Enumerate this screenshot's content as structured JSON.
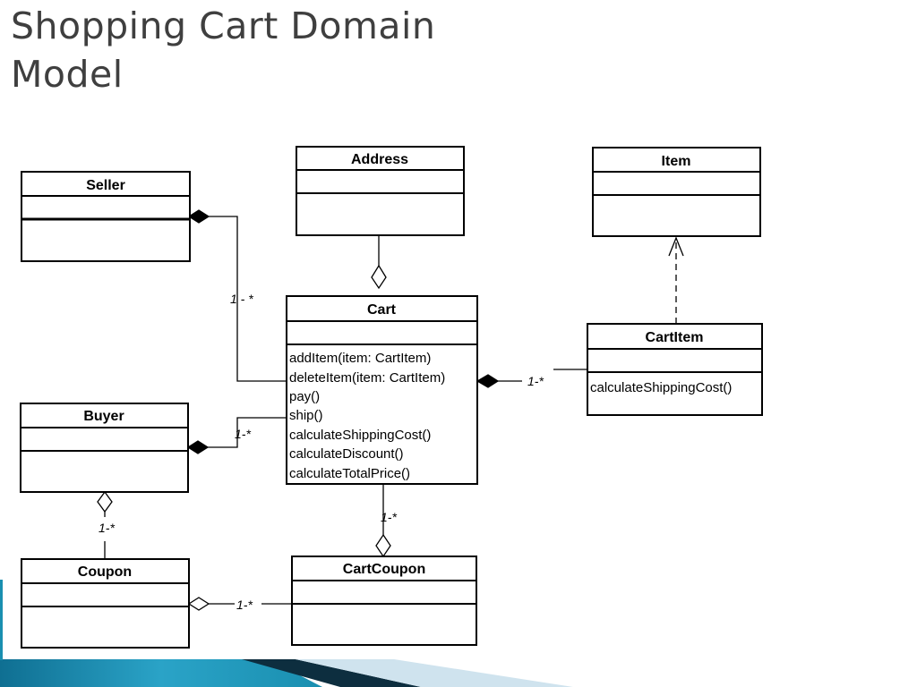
{
  "title": {
    "line1": "Shopping Cart Domain",
    "line2": "Model"
  },
  "classes": {
    "seller": {
      "name": "Seller"
    },
    "address": {
      "name": "Address"
    },
    "item": {
      "name": "Item"
    },
    "cart": {
      "name": "Cart",
      "operations": [
        "addItem(item: CartItem)",
        "deleteItem(item: CartItem)",
        "pay()",
        "ship()",
        "calculateShippingCost()",
        "calculateDiscount()",
        "calculateTotalPrice()"
      ]
    },
    "cartitem": {
      "name": "CartItem",
      "operations": [
        "calculateShippingCost()"
      ]
    },
    "buyer": {
      "name": "Buyer"
    },
    "coupon": {
      "name": "Coupon"
    },
    "cartcoupon": {
      "name": "CartCoupon"
    }
  },
  "multiplicities": {
    "seller_cart": "1 - *",
    "cart_cartitem": "1-*",
    "buyer_cart": "1-*",
    "cart_cartcoupon": "1-*",
    "buyer_coupon": "1-*",
    "coupon_cartcoupon": "1-*"
  },
  "colors": {
    "title": "#3f3f3f",
    "line": "#000000",
    "footer_teal": "#1a8fb0",
    "footer_dark": "#0d2e3f",
    "footer_light": "#cfe3ee"
  }
}
